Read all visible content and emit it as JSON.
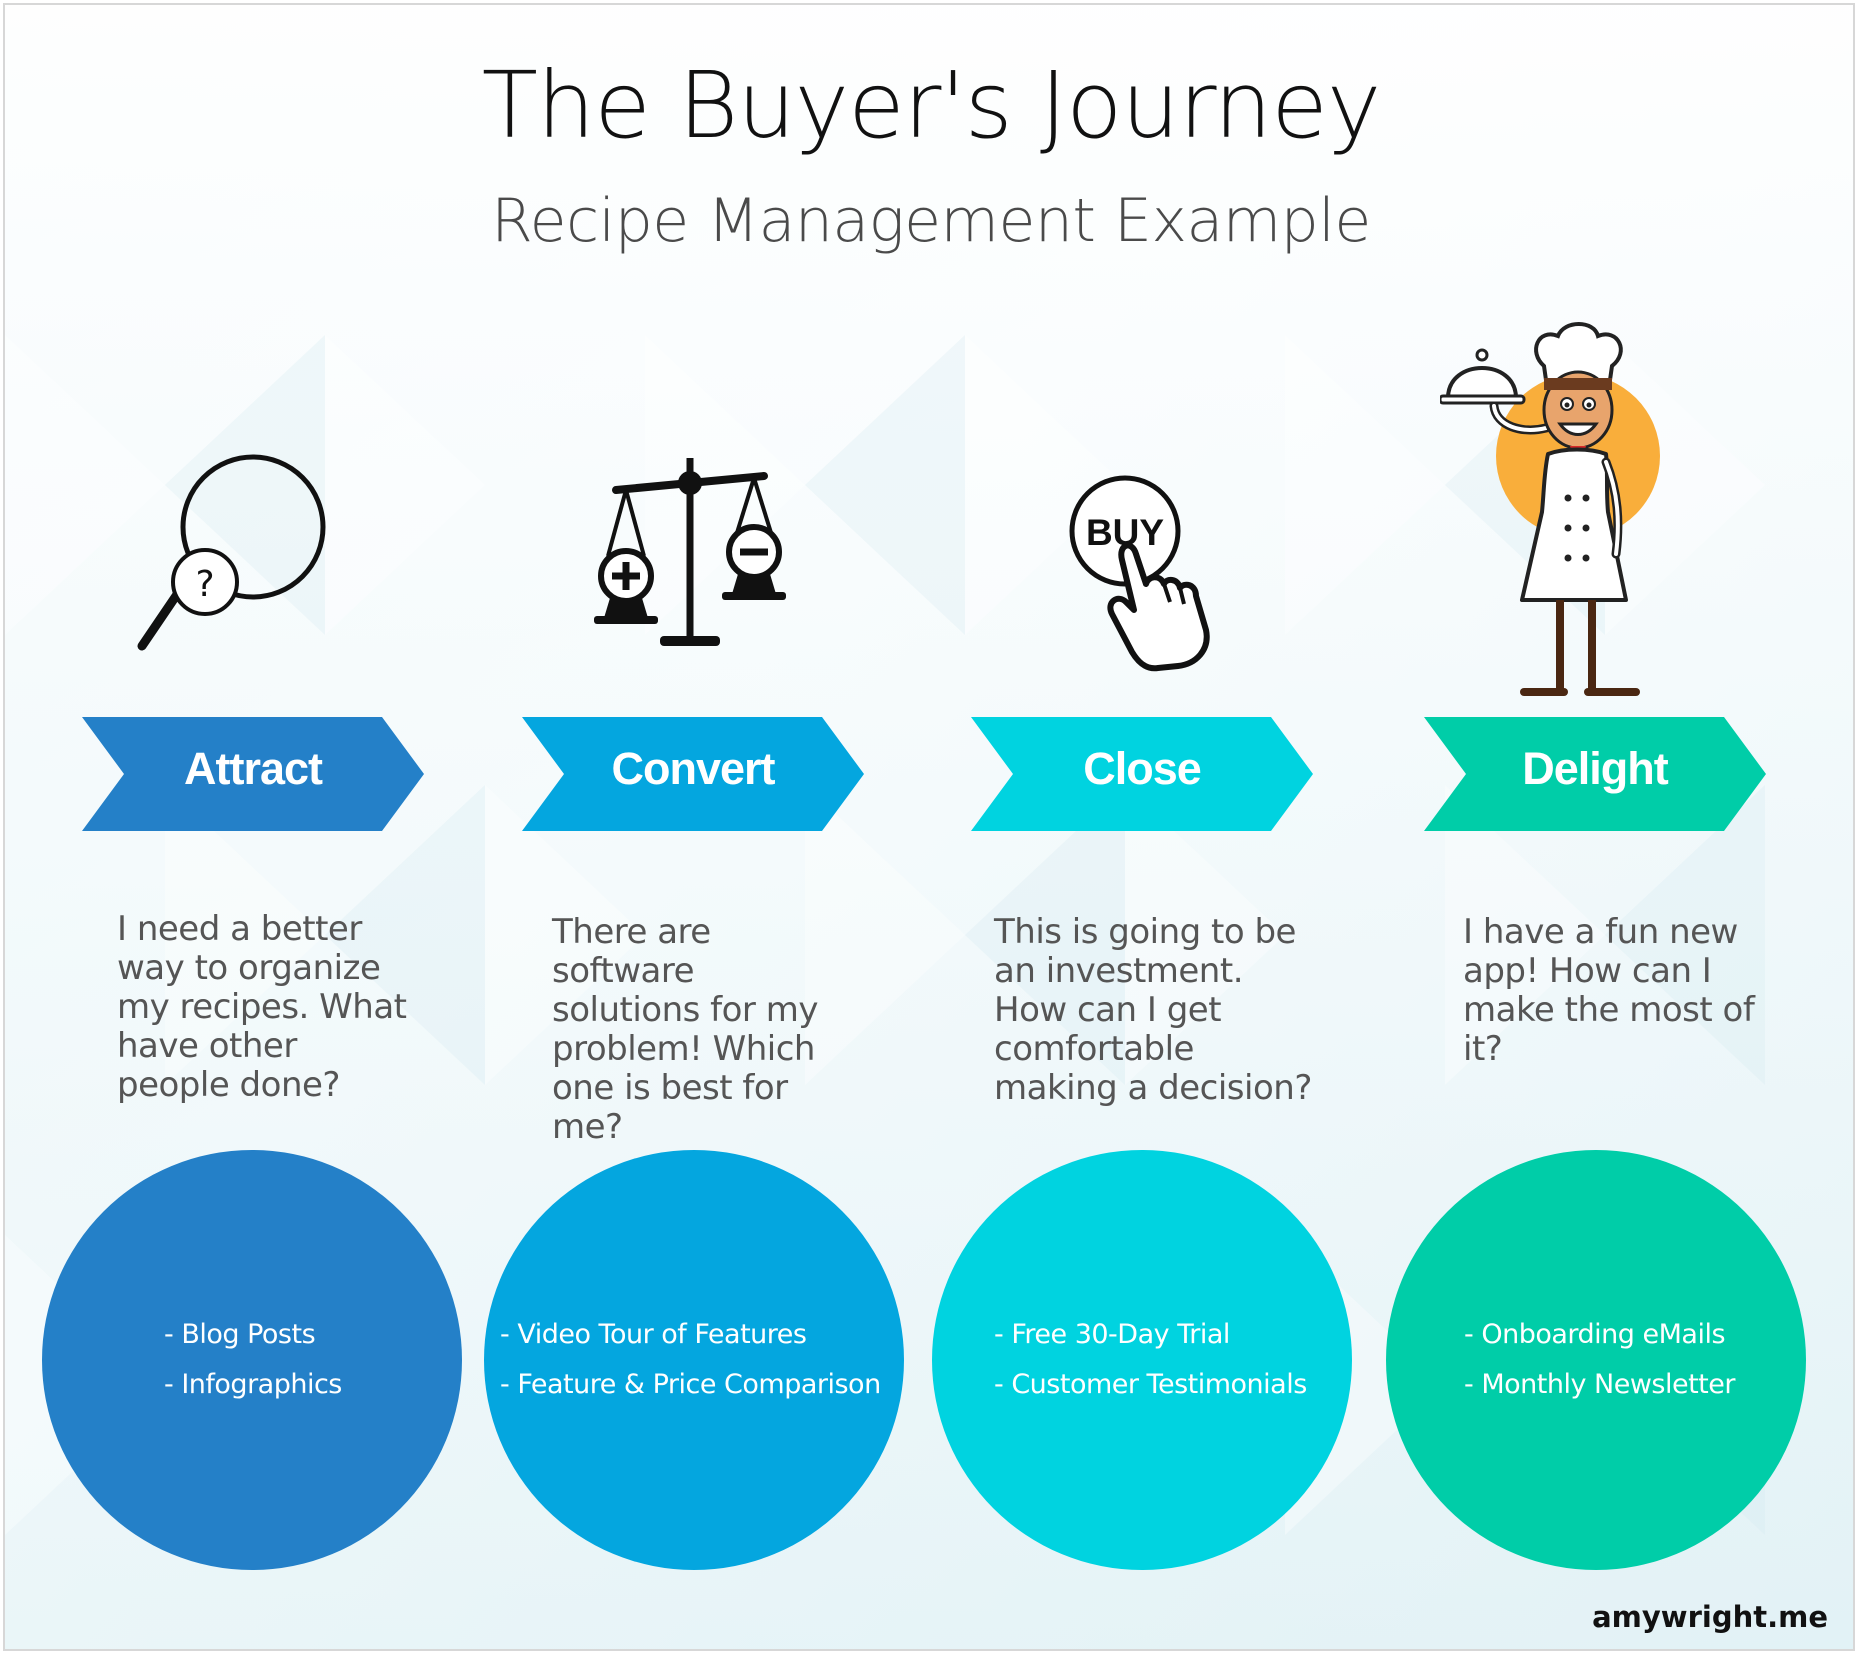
{
  "title": "The Buyer's Journey",
  "subtitle": "Recipe Management Example",
  "brand": "amywright.me",
  "colors": {
    "attract": "#2480c8",
    "convert": "#04a6df",
    "close": "#00d3e0",
    "delight": "#00cda8"
  },
  "stages": [
    {
      "label": "Attract",
      "icon": "magnifier-question-icon",
      "question": "I need a better way to organize my recipes. What have other people done?",
      "items": [
        "- Blog Posts",
        "- Infographics"
      ]
    },
    {
      "label": "Convert",
      "icon": "balance-scale-icon",
      "question": "There are software solutions for my problem! Which one is best for me?",
      "items": [
        "- Video Tour of Features",
        "- Feature & Price Comparison"
      ]
    },
    {
      "label": "Close",
      "icon": "buy-button-hand-icon",
      "buy_text": "BUY",
      "question": "This is going to be an investment. How can I get comfortable making a decision?",
      "items": [
        "- Free 30-Day Trial",
        "- Customer Testimonials"
      ]
    },
    {
      "label": "Delight",
      "icon": "chef-with-cloche-icon",
      "question": "I have a fun new app! How can I make the most of it?",
      "items": [
        "- Onboarding eMails",
        "- Monthly Newsletter"
      ]
    }
  ]
}
